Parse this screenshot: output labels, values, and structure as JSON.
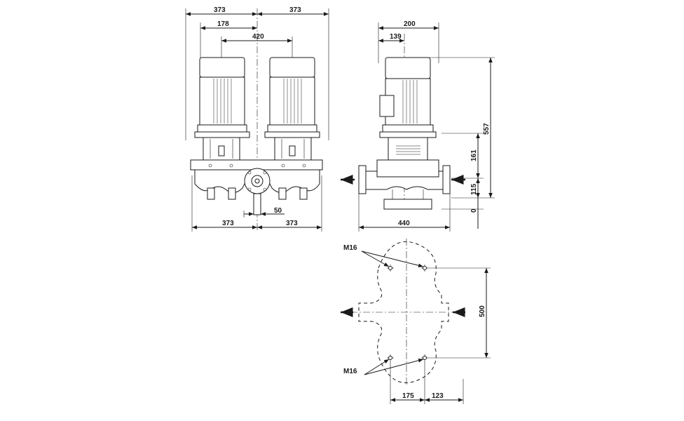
{
  "dimensions": {
    "front_top_left": "373",
    "front_top_right": "373",
    "front_flange": "178",
    "front_motor_spacing": "420",
    "front_bottom_left": "373",
    "front_bottom_right": "373",
    "front_base_offset": "50",
    "side_top_width": "200",
    "side_axis_offset": "139",
    "side_total_height": "557",
    "side_mid_height": "161",
    "side_low_height": "115",
    "side_zero": "0",
    "side_port_to_port": "440",
    "plan_bolt_spacing": "500",
    "plan_left_offset": "175",
    "plan_right_offset": "123"
  },
  "labels": {
    "bolt_top": "M16",
    "bolt_bottom": "M16"
  },
  "colors": {
    "line": "#1a1a1a",
    "background": "#ffffff"
  }
}
